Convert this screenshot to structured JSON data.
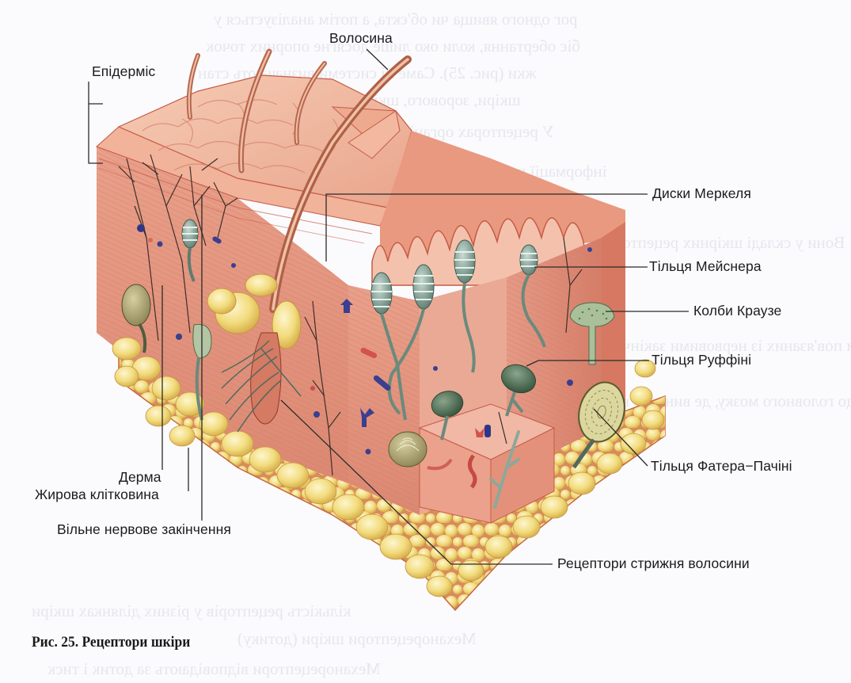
{
  "figure": {
    "caption": "Рис. 25. Рецептори шкіри",
    "title": "Рецептори шкіри",
    "number": "25",
    "labels": {
      "hair": "Волосина",
      "epidermis": "Епідерміс",
      "merkel_discs": "Диски Меркеля",
      "meissner_corpuscles": "Тільця Мейснера",
      "krause_bulbs": "Колби Краузе",
      "ruffini_corpuscles": "Тільця Руффіні",
      "pacinian_corpuscles": "Тільця Фатера−Пачіні",
      "dermis": "Дерма",
      "subcutaneous_fat": "Жирова клітковина",
      "free_nerve_ending": "Вільне нервове закінчення",
      "hair_root_receptors": "Рецептори стрижня волосини"
    },
    "colors": {
      "skin_surface": "#f0b8a0",
      "dermis": "#e69a85",
      "dermis_dark": "#c8604d",
      "fat": "#f3df85",
      "fat_highlight": "#fbf3c4",
      "corpuscle_green": "#7d9a8e",
      "corpuscle_dark": "#4e6b55",
      "pacinian": "#d9d49a",
      "vessel_blue": "#3a3f8f",
      "leader_line": "#2a2a2a"
    }
  },
  "bleed_through_lines": [
    "рог одного явища чи об'єкта, а потім аналізується у",
    "біє обертання, коли око лише досягне опорних точок",
    "жки (рис. 25). Саме ці системи визначають стан",
    "шкіри, зорового, шкірного та інших відчуттів",
    "У рецепторах органів чуття відбуваються процеси",
    "інформації про подразнення навколишнього середовища",
    "Вони у складі шкірних рецепторів",
    "цілком пов'язаних із нервовими закінченнями",
    "хода до головного мозку, де виникає відчуття",
    "кількість рецепторів у різних ділянках шкіри",
    "Механорецептори шкіри (дотику)",
    "Механорецептори відповідають за дотик і тиск"
  ]
}
